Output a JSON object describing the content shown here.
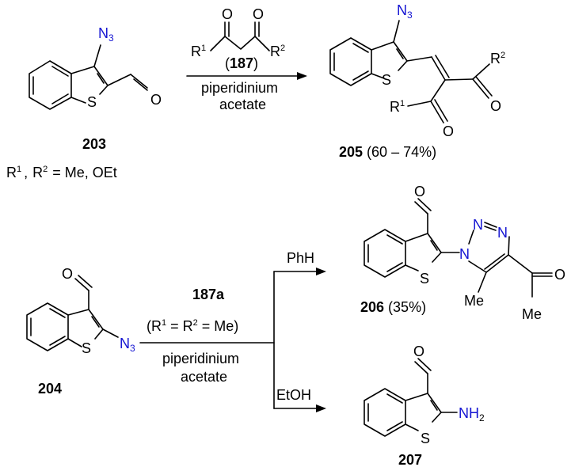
{
  "reaction1": {
    "reagent_label": "(187)",
    "reagent_number": "187",
    "conditions_line1": "piperidinium",
    "conditions_line2": "acetate",
    "r1": "R",
    "r1_sup": "1",
    "r2": "R",
    "r2_sup": "2"
  },
  "compound_203": {
    "number": "203",
    "azide": "N",
    "azide_sub": "3",
    "S": "S",
    "O": "O"
  },
  "compound_205": {
    "number": "205",
    "yield": "(60 – 74%)",
    "azide": "N",
    "azide_sub": "3",
    "S": "S",
    "O1": "O",
    "O2": "O"
  },
  "substituents_note": {
    "text_r1": "R",
    "sup1": "1",
    "comma": ",",
    "text_r2": "R",
    "sup2": "2",
    "values": "= Me, OEt"
  },
  "compound_204": {
    "number": "204",
    "azide": "N",
    "azide_sub": "3",
    "S": "S",
    "O": "O"
  },
  "reaction2": {
    "reagent": "187a",
    "reagent_condition": "(R1 = R2 = Me)",
    "rc_open": "(R",
    "rc_sup1": "1",
    "rc_mid": " = R",
    "rc_sup2": "2",
    "rc_end": " = Me)",
    "conditions_line1": "piperidinium",
    "conditions_line2": "acetate",
    "solvent_top": "PhH",
    "solvent_bottom": "EtOH"
  },
  "compound_206": {
    "number": "206",
    "yield": "(35%)",
    "N1": "N",
    "N2": "N",
    "N3": "N",
    "S": "S",
    "O1": "O",
    "O2": "O",
    "Me1": "Me",
    "Me2": "Me"
  },
  "compound_207": {
    "number": "207",
    "amine": "NH",
    "amine_sub": "2",
    "S": "S",
    "O": "O"
  }
}
